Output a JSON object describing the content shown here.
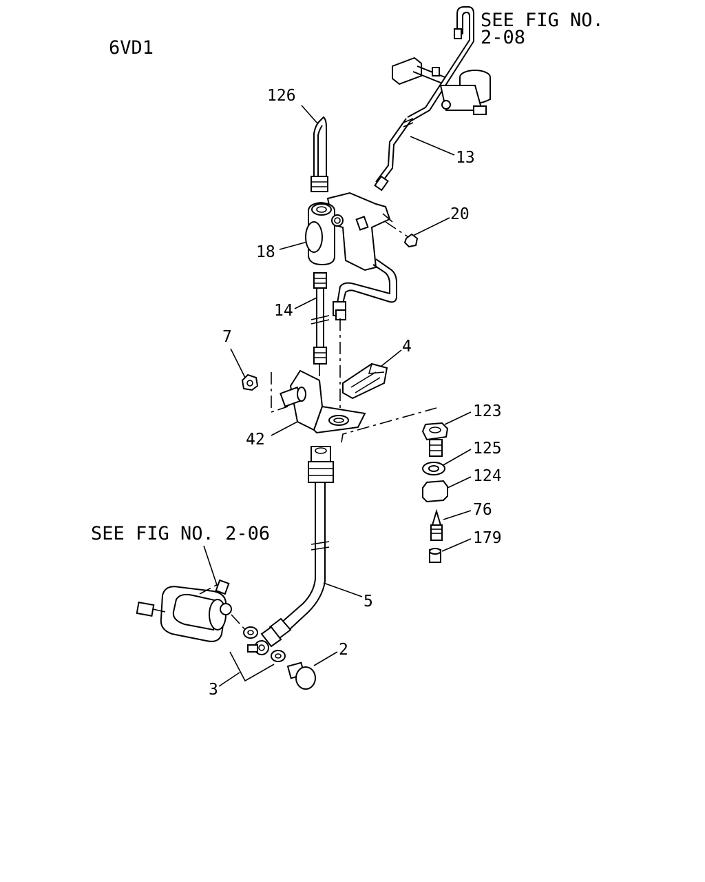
{
  "model_code": "6VD1",
  "refs": {
    "top": "SEE FIG NO.",
    "top_num": "2-08",
    "bottom": "SEE FIG NO. 2-06"
  },
  "callouts": {
    "p126": "126",
    "p13": "13",
    "p20": "20",
    "p18": "18",
    "p14": "14",
    "p7": "7",
    "p4": "4",
    "p42": "42",
    "p123": "123",
    "p125": "125",
    "p124": "124",
    "p76": "76",
    "p179": "179",
    "p5": "5",
    "p2": "2",
    "p3": "3"
  }
}
